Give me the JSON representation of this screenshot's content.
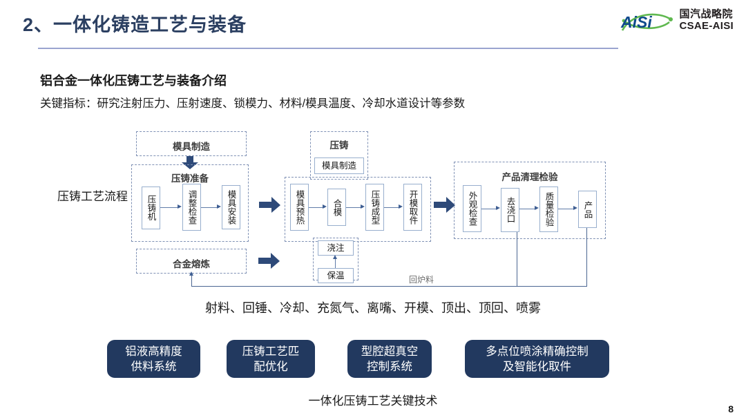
{
  "header": {
    "title": "2、一体化铸造工艺与装备",
    "logo": {
      "mark_text": "AiSi",
      "cn_name": "国汽战略院",
      "en_name": "CSAE-AISI"
    }
  },
  "body": {
    "section_title": "铝合金一体化压铸工艺与装备介绍",
    "key_metrics": "关键指标：研究注射压力、压射速度、锁模力、材料/模具温度、冷却水道设计等参数",
    "side_label": "压铸工艺流程"
  },
  "diagram": {
    "groups": [
      {
        "id": "mold-manufacture",
        "title": "模具制造"
      },
      {
        "id": "diecast-prep",
        "title": "压铸准备"
      },
      {
        "id": "diecast",
        "title": "压铸"
      },
      {
        "id": "pouring",
        "title": ""
      },
      {
        "id": "alloy-melting",
        "title": "合金熔炼"
      },
      {
        "id": "product-inspection",
        "title": "产品清理检验"
      }
    ],
    "prep_steps": [
      "压铸机",
      "调整检查",
      "模具安装"
    ],
    "diecast_inner_box": "模具制造",
    "main_steps": [
      "模具预热",
      "合模",
      "压铸成型",
      "开模取件"
    ],
    "pouring_steps": [
      "浇注",
      "保温"
    ],
    "inspection_steps": [
      "外观检查",
      "去浇口",
      "质量检验",
      "产品"
    ],
    "recycle_label": "回炉料",
    "params_line": "射料、回锤、冷却、充氮气、离嘴、开模、顶出、顶回、喷雾"
  },
  "key_tech": {
    "pills": [
      "铝液高精度\n供料系统",
      "压铸工艺匹\n配优化",
      "型腔超真空\n控制系统",
      "多点位喷涂精确控制\n及智能化取件"
    ],
    "caption": "一体化压铸工艺关键技术"
  },
  "footer": {
    "page_number": "8"
  },
  "colors": {
    "title_navy": "#2b3f61",
    "rule": "#9aa4cf",
    "dashed_border": "#7e90b4",
    "box_border": "#97aecd",
    "connector": "#5f7ba8",
    "fat_arrow": "#2e4a79",
    "pill_bg": "#22395f"
  }
}
